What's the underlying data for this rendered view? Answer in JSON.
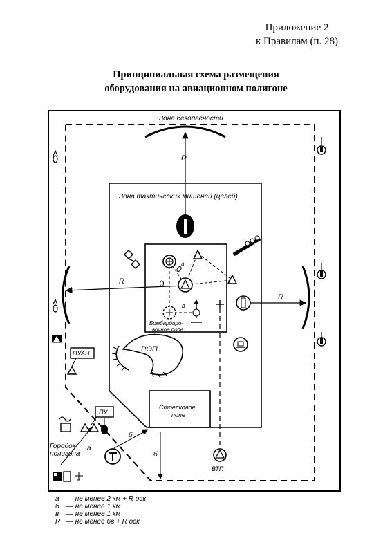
{
  "header": {
    "appendix_line1": "Приложение  2",
    "appendix_line2": "к Правилам (п. 28)"
  },
  "title": {
    "line1": "Принципиальная схема размещения",
    "line2": "оборудования на авиационном полигоне"
  },
  "labels": {
    "safety_zone": "Зона безопасности",
    "tactical_zone": "Зона тактических мишеней (целей)",
    "bombing_field_1": "Бомбардиро-",
    "bombing_field_2": "вочное поле",
    "rop": "РОП",
    "puan": "ПУАН",
    "pu": "ПУ",
    "shooting_field_1": "Стрелковое",
    "shooting_field_2": "поле",
    "town_1": "Городок",
    "town_2": "полигона",
    "vtp": "ВТП",
    "R_top": "R",
    "R_left": "R",
    "R_right": "R",
    "a_town": "а",
    "b_diag": "б",
    "b_vert": "б",
    "a_small": "а",
    "v_small": "в"
  },
  "legend": [
    {
      "key": "а",
      "text": "— не менее 2 км + R оск"
    },
    {
      "key": "б",
      "text": "— не менее 1 км"
    },
    {
      "key": "в",
      "text": "— не менее 1 км"
    },
    {
      "key": "R",
      "text": "— не менее 6в + R оск"
    }
  ]
}
